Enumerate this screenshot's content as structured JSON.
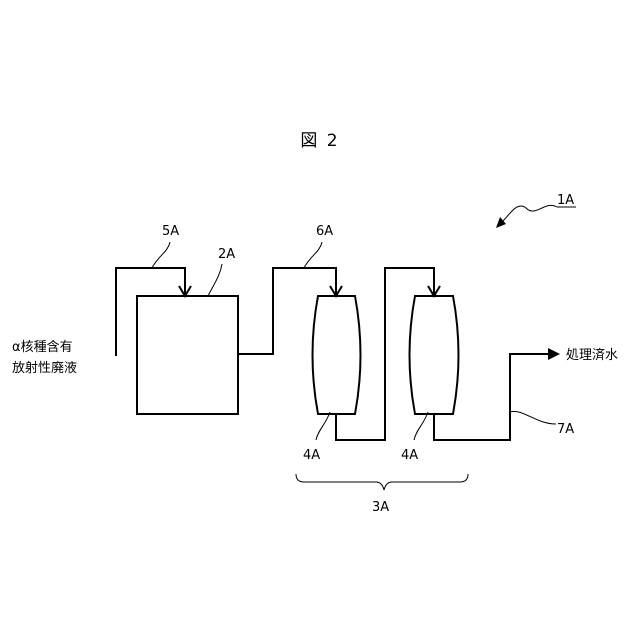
{
  "figure": {
    "title": "図 2",
    "system_ref": "1A",
    "inlet_line1": "α核種含有",
    "inlet_line2": "放射性廃液",
    "outlet_label": "処理済水",
    "tank_ref": "2A",
    "pipe_in_ref": "5A",
    "pipe_mid_ref": "6A",
    "pipe_out_ref": "7A",
    "column_ref_1": "4A",
    "column_ref_2": "4A",
    "column_group_ref": "3A"
  }
}
